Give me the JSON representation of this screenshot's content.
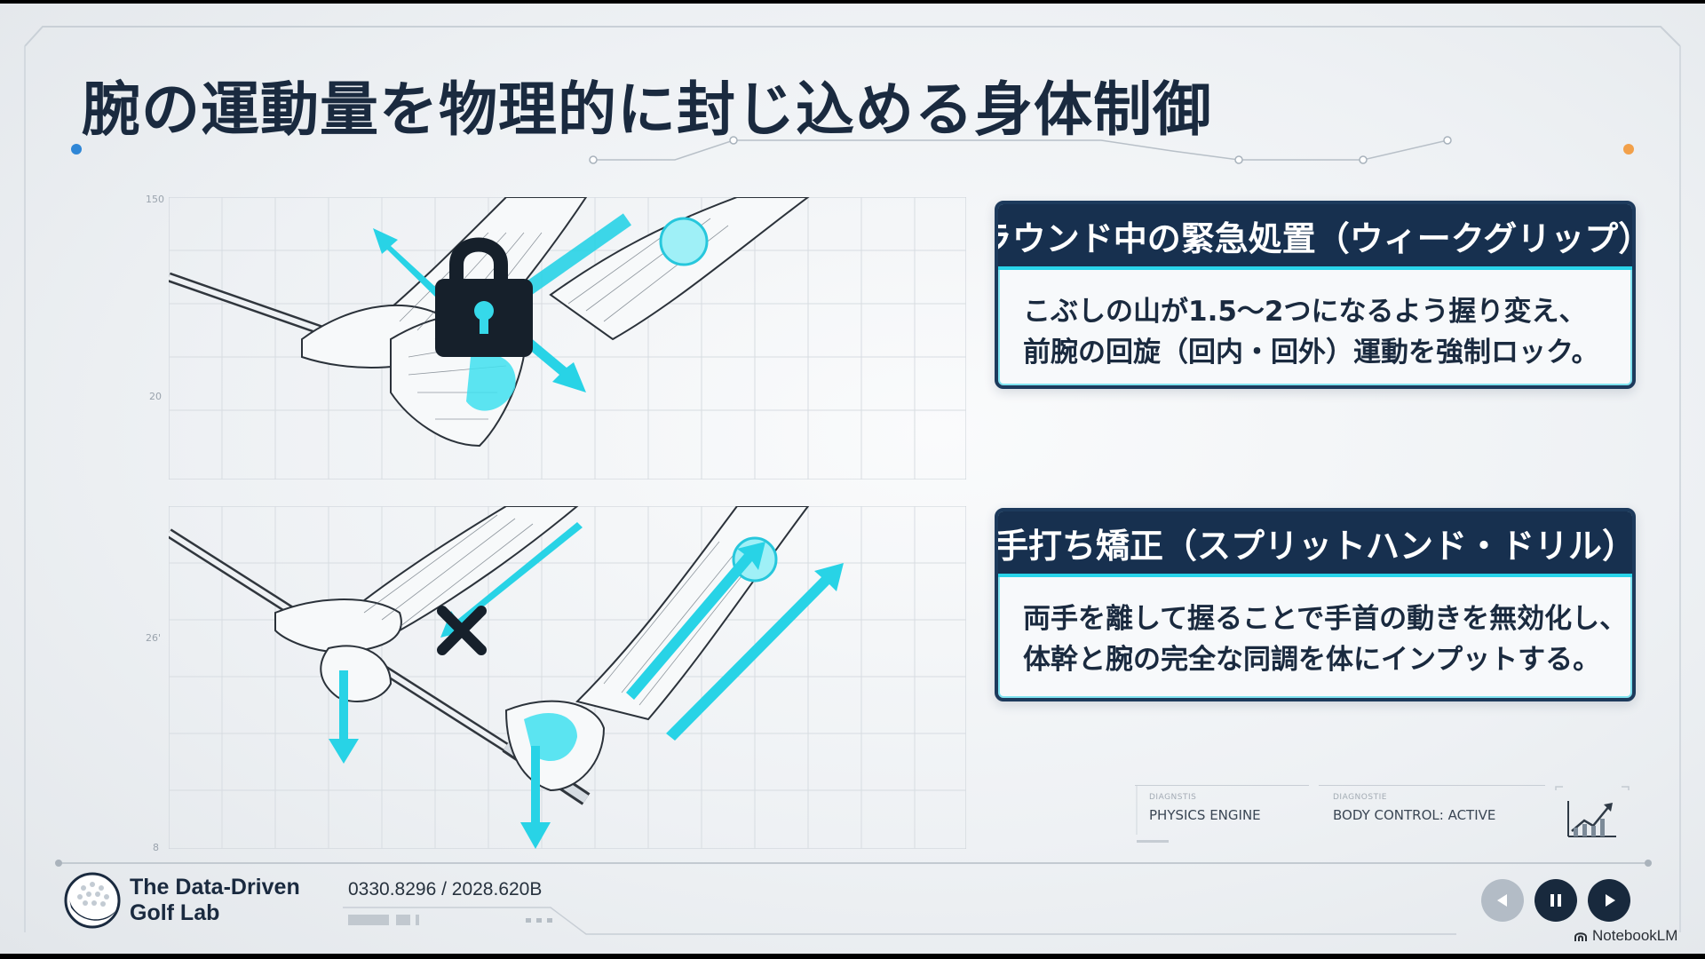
{
  "slide": {
    "title": "腕の運動量を物理的に封じ込める身体制御"
  },
  "panels": {
    "grip_ticks": [
      "150",
      "20"
    ],
    "split_ticks": [
      "26'",
      "8"
    ]
  },
  "cards": [
    {
      "heading": "ラウンド中の緊急処置（ウィークグリップ）",
      "line1": "こぶしの山が1.5〜2つになるよう握り変え、",
      "line2": "前腕の回旋（回内・回外）運動を強制ロック。"
    },
    {
      "heading": "手打ち矯正（スプリットハンド・ドリル）",
      "line1": "両手を離して握ることで手首の動きを無効化し、",
      "line2": "体幹と腕の完全な同調を体にインプットする。"
    }
  ],
  "diagnostics": [
    {
      "label": "DIAGNSTIS",
      "value": "PHYSICS ENGINE"
    },
    {
      "label": "DIAGNOSTIE",
      "value": "BODY CONTROL: ACTIVE"
    }
  ],
  "footer": {
    "brand_line1": "The Data-Driven",
    "brand_line2": "Golf Lab",
    "readout": "0330.8296 / 2028.620B",
    "watermark": "NotebookLM"
  },
  "icons": {
    "lock": "lock-icon",
    "cross": "cross-icon",
    "trend": "trend-chart-icon",
    "prev": "prev-icon",
    "pause": "pause-icon",
    "next": "next-icon"
  },
  "colors": {
    "accent_cyan": "#29d4ea",
    "navy": "#17304f",
    "line_blue": "#2f86d6",
    "line_orange": "#f2a04a"
  }
}
